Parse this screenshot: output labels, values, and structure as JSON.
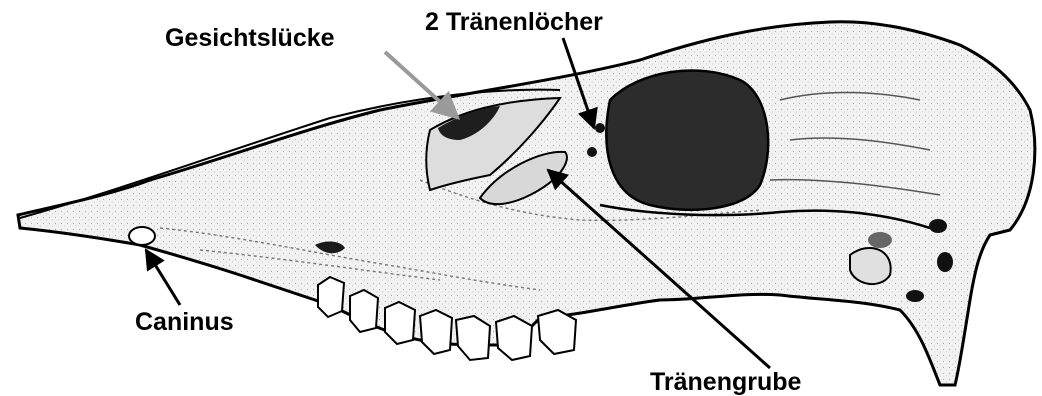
{
  "labels": {
    "gesichtsluecke": "Gesichtslücke",
    "traenenloecher": "2 Tränenlöcher",
    "caninus": "Caninus",
    "traenengrube": "Tränengrube"
  },
  "colors": {
    "ink": "#000000",
    "bone_fill": "#ededed",
    "orbit_fill": "#2c2c2c",
    "arrow_gray": "#9a9a9a"
  }
}
